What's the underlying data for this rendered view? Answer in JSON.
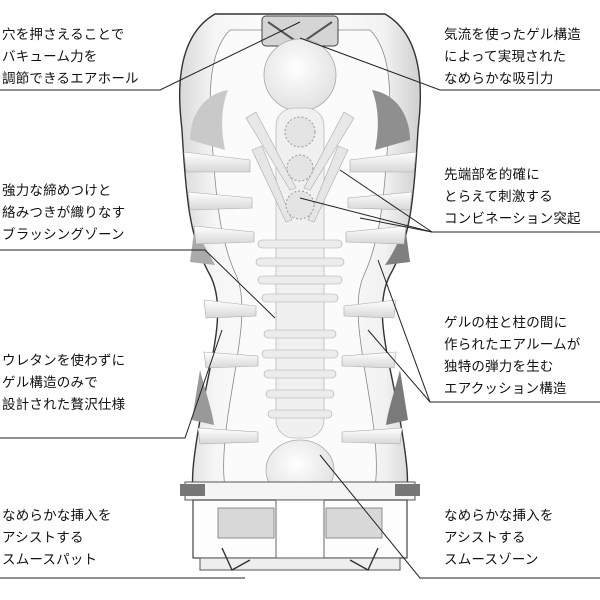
{
  "callouts": {
    "left": [
      {
        "id": "air-hole",
        "lines": [
          "穴を押さえることで",
          "バキューム力を",
          "調節できるエアホール"
        ]
      },
      {
        "id": "brushing-zone",
        "lines": [
          "強力な締めつけと",
          "絡みつきが織りなす",
          "ブラッシングゾーン"
        ]
      },
      {
        "id": "gel-structure",
        "lines": [
          "ウレタンを使わずに",
          "ゲル構造のみで",
          "設計された贅沢仕様"
        ]
      },
      {
        "id": "smooth-pad",
        "lines": [
          "なめらかな挿入を",
          "アシストする",
          "スムースパット"
        ]
      }
    ],
    "right": [
      {
        "id": "suction",
        "lines": [
          "気流を使ったゲル構造",
          "によって実現された",
          "なめらかな吸引力"
        ]
      },
      {
        "id": "tip-combination",
        "lines": [
          "先端部を的確に",
          "とらえて刺激する",
          "コンビネーション突起"
        ]
      },
      {
        "id": "air-cushion",
        "lines": [
          "ゲルの柱と柱の間に",
          "作られたエアルームが",
          "独特の弾力を生む",
          "エアクッション構造"
        ]
      },
      {
        "id": "smooth-zone",
        "lines": [
          "なめらかな挿入を",
          "アシストする",
          "スムースゾーン"
        ]
      }
    ]
  },
  "colors": {
    "line": "#222222",
    "shell": "#f4f4f4",
    "inner": "#fafafa",
    "shadow": "#9a9a9a",
    "dark": "#555555"
  }
}
